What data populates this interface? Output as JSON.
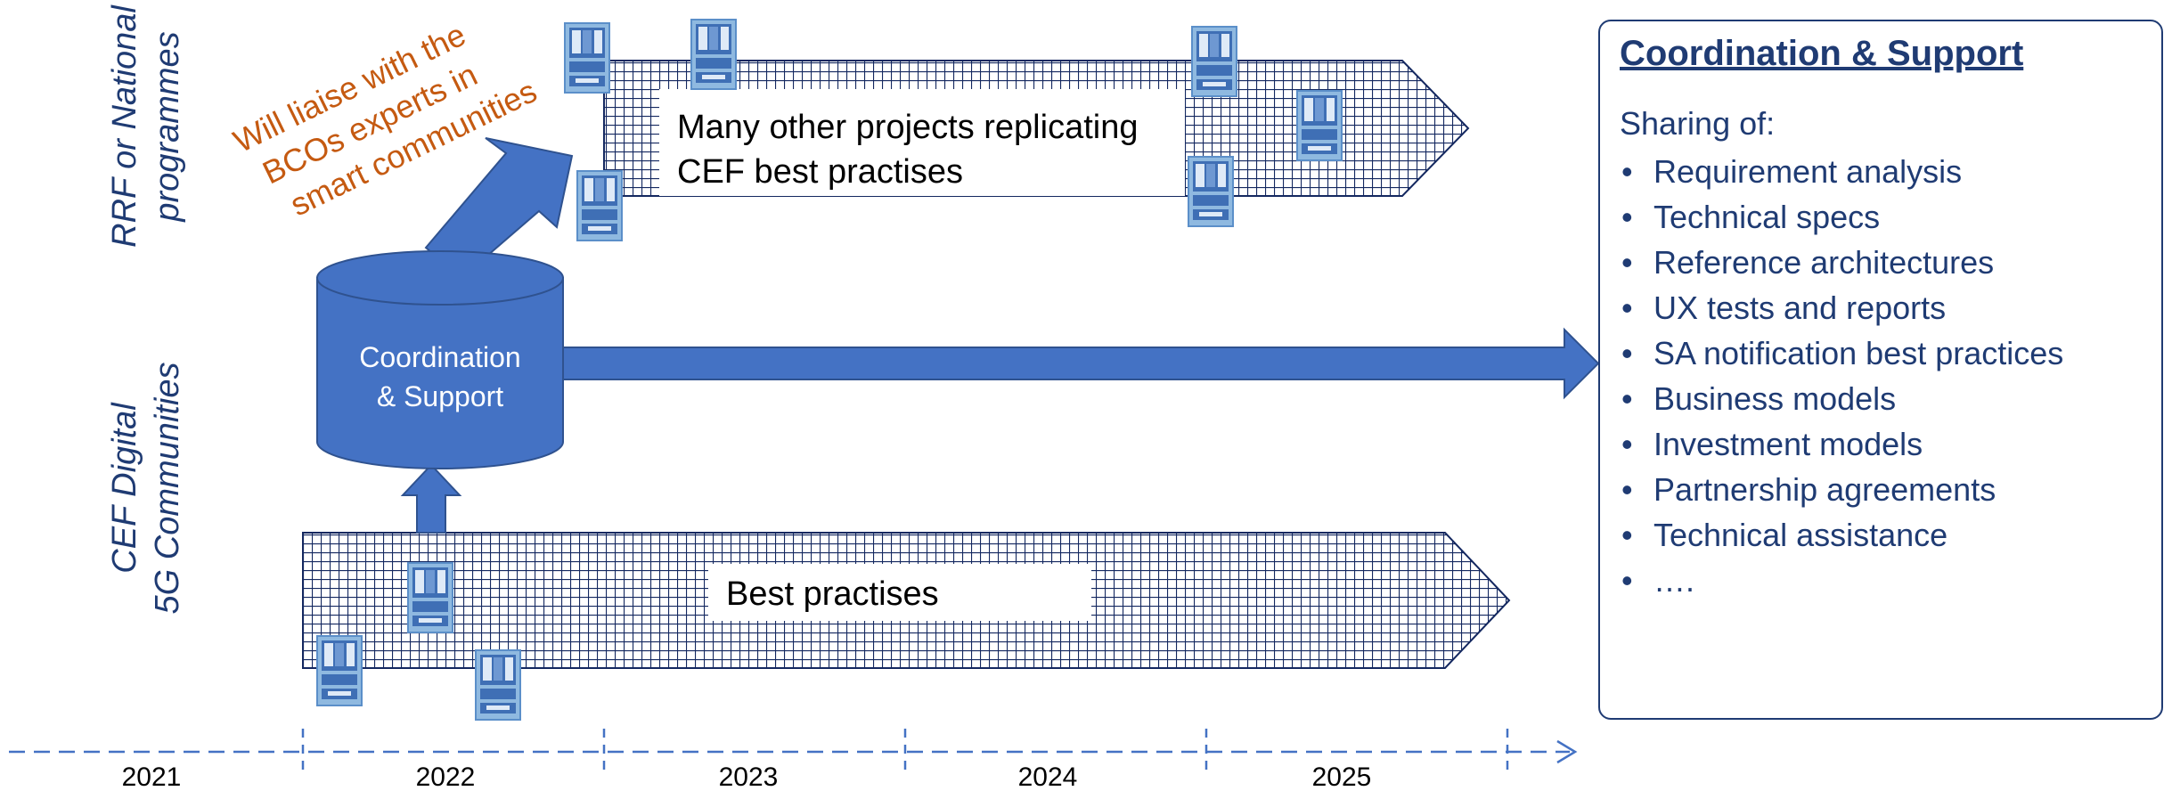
{
  "lanes": {
    "upper_label_line1": "RRF or National",
    "upper_label_line2": "programmes",
    "lower_label_line1": "CEF Digital",
    "lower_label_line2": "5G Communities"
  },
  "upper_arrow_text_line1": "Many other projects replicating",
  "upper_arrow_text_line2": "CEF best practises",
  "lower_arrow_text": "Best practises",
  "liaise_note_line1": "Will liaise with the",
  "liaise_note_line2": "BCOs experts in",
  "liaise_note_line3": "smart communities",
  "cylinder_line1": "Coordination",
  "cylinder_line2": "& Support",
  "timeline_years": [
    "2021",
    "2022",
    "2023",
    "2024",
    "2025"
  ],
  "coordination_panel": {
    "title": "Coordination & Support",
    "intro": "Sharing of:",
    "items": [
      "Requirement analysis",
      "Technical specs",
      "Reference architectures",
      "UX tests and reports",
      "SA notification best practices",
      "Business models",
      "Investment models",
      "Partnership agreements",
      "Technical assistance",
      "…."
    ]
  },
  "colors": {
    "accent_blue": "#4472c4",
    "dark_navy": "#1f3b73",
    "grid_navy": "#142860",
    "orange_note": "#c55a11",
    "doc_icon_fill": "#8fb9e0"
  },
  "icon_names": [
    "project-document-icon"
  ]
}
